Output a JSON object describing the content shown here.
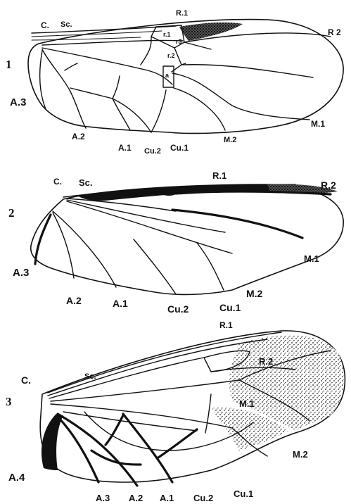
{
  "figure": {
    "panels": [
      {
        "number": "1",
        "labels": {
          "c": "C.",
          "sc": "Sc.",
          "r1": "R.1",
          "r2": "R 2",
          "a3": "A.3",
          "a2": "A.2",
          "a1": "A.1",
          "cu2": "Cu.2",
          "cu1": "Cu.1",
          "m2": "M.2",
          "m1": "M.1",
          "cell_r1": "r.1",
          "cell_r3": "r3",
          "cell_r2": "r.2",
          "cell_a": "a"
        }
      },
      {
        "number": "2",
        "labels": {
          "c": "C.",
          "sc": "Sc.",
          "r1": "R.1",
          "r2": "R.2",
          "a3": "A.3",
          "a2": "A.2",
          "a1": "A.1",
          "cu2": "Cu.2",
          "cu1": "Cu.1",
          "m2": "M.2",
          "m1": "M.1"
        }
      },
      {
        "number": "3",
        "labels": {
          "c": "C.",
          "sc": "Sc.",
          "r1": "R.1",
          "r2": "R.2",
          "m1": "M.1",
          "m2": "M.2",
          "a4": "A.4",
          "a3": "A.3",
          "a2": "A.2",
          "a1": "A.1",
          "cu2": "Cu.2",
          "cu1": "Cu.1"
        }
      }
    ]
  }
}
